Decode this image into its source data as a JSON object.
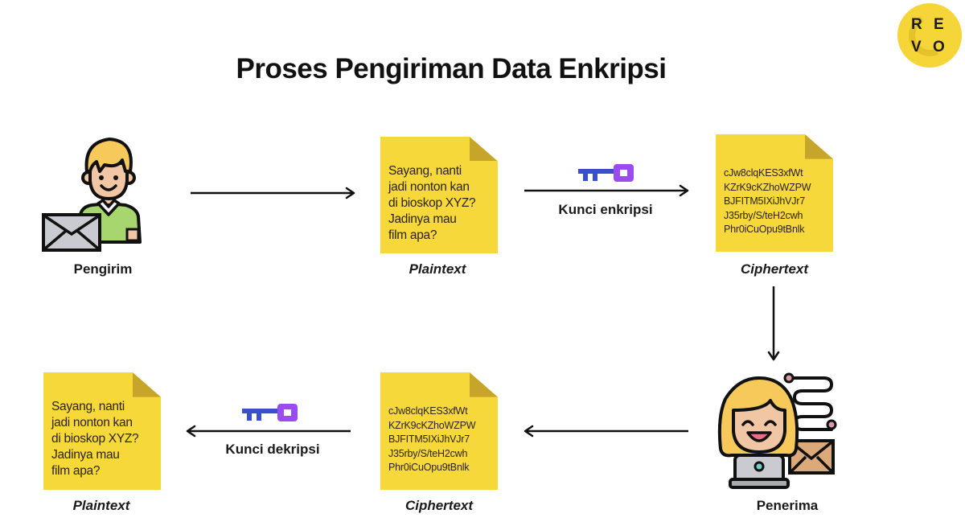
{
  "title": "Proses Pengiriman Data Enkripsi",
  "logo": {
    "letters": [
      "R",
      "E",
      "V",
      "O"
    ],
    "icon": "revo-logo",
    "color": "#f6d538"
  },
  "colors": {
    "note": "#f7d83a",
    "note_fold": "#c7a52a",
    "key_blade": "#3a4fd0",
    "key_head": "#9a4cf0",
    "arrow": "#111111"
  },
  "top_row": {
    "sender": {
      "label": "Pengirim",
      "icon": "man-with-envelope-icon"
    },
    "plaintext_note": {
      "lines": [
        "Sayang, nanti",
        "jadi nonton kan",
        "di bioskop XYZ?",
        "Jadinya mau",
        "film apa?"
      ],
      "caption": "Plaintext"
    },
    "encryption_key": {
      "label": "Kunci enkripsi",
      "icon": "key-icon"
    },
    "ciphertext_note": {
      "lines": [
        "cJw8clqKES3xfWt",
        "KZrK9cKZhoWZPW",
        "BJFITM5IXiJhVJr7",
        "J35rby/S/teH2cwh",
        "Phr0iCuOpu9tBnlk"
      ],
      "caption": "Ciphertext"
    }
  },
  "bottom_row": {
    "receiver": {
      "label": "Penerima",
      "icon": "woman-with-laptop-icon"
    },
    "ciphertext_note": {
      "lines": [
        "cJw8clqKES3xfWt",
        "KZrK9cKZhoWZPW",
        "BJFITM5IXiJhVJr7",
        "J35rby/S/teH2cwh",
        "Phr0iCuOpu9tBnlk"
      ],
      "caption": "Ciphertext"
    },
    "decryption_key": {
      "label": "Kunci dekripsi",
      "icon": "key-icon"
    },
    "plaintext_note": {
      "lines": [
        "Sayang, nanti",
        "jadi nonton kan",
        "di bioskop XYZ?",
        "Jadinya mau",
        "film apa?"
      ],
      "caption": "Plaintext"
    }
  }
}
